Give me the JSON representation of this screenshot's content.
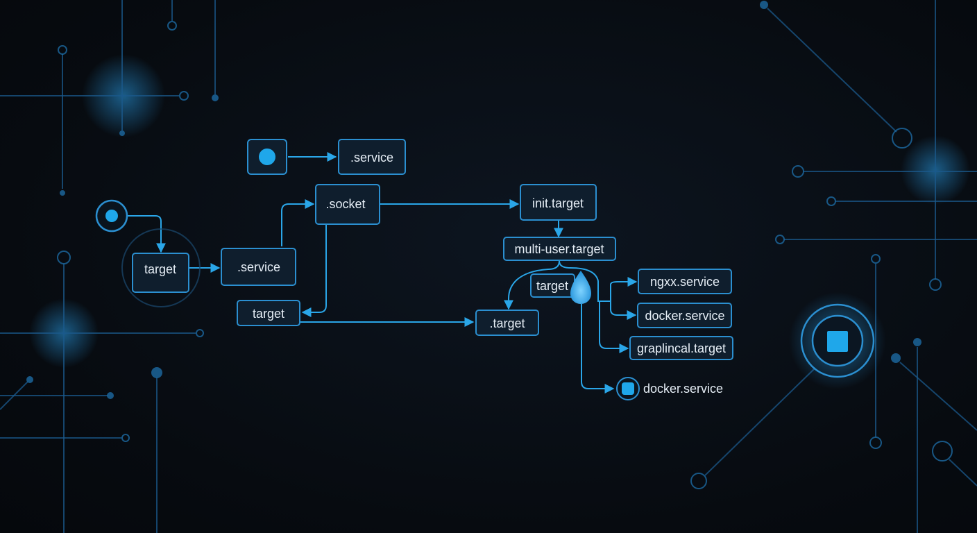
{
  "diagram": {
    "nodes": {
      "top_service": ".service",
      "socket": ".socket",
      "init_target": "init.target",
      "target_left": "target",
      "service_mid": ".service",
      "target_bottom": "target",
      "multi_user": "multi-user.target",
      "target_small": "target",
      "dot_target": ".target",
      "ngxx": "ngxx.service",
      "docker1": "docker.service",
      "graphical": "graplincal.target",
      "docker2": "docker.service"
    },
    "colors": {
      "background": "#070b10",
      "node_stroke": "#2b8fd0",
      "edge": "#2aa6e8",
      "trace": "#1b5a8c",
      "accent": "#1fa7ea"
    },
    "icons": [
      "circle-bullet-icon",
      "ring-bullet-icon",
      "droplet-icon",
      "square-chip-icon"
    ]
  }
}
